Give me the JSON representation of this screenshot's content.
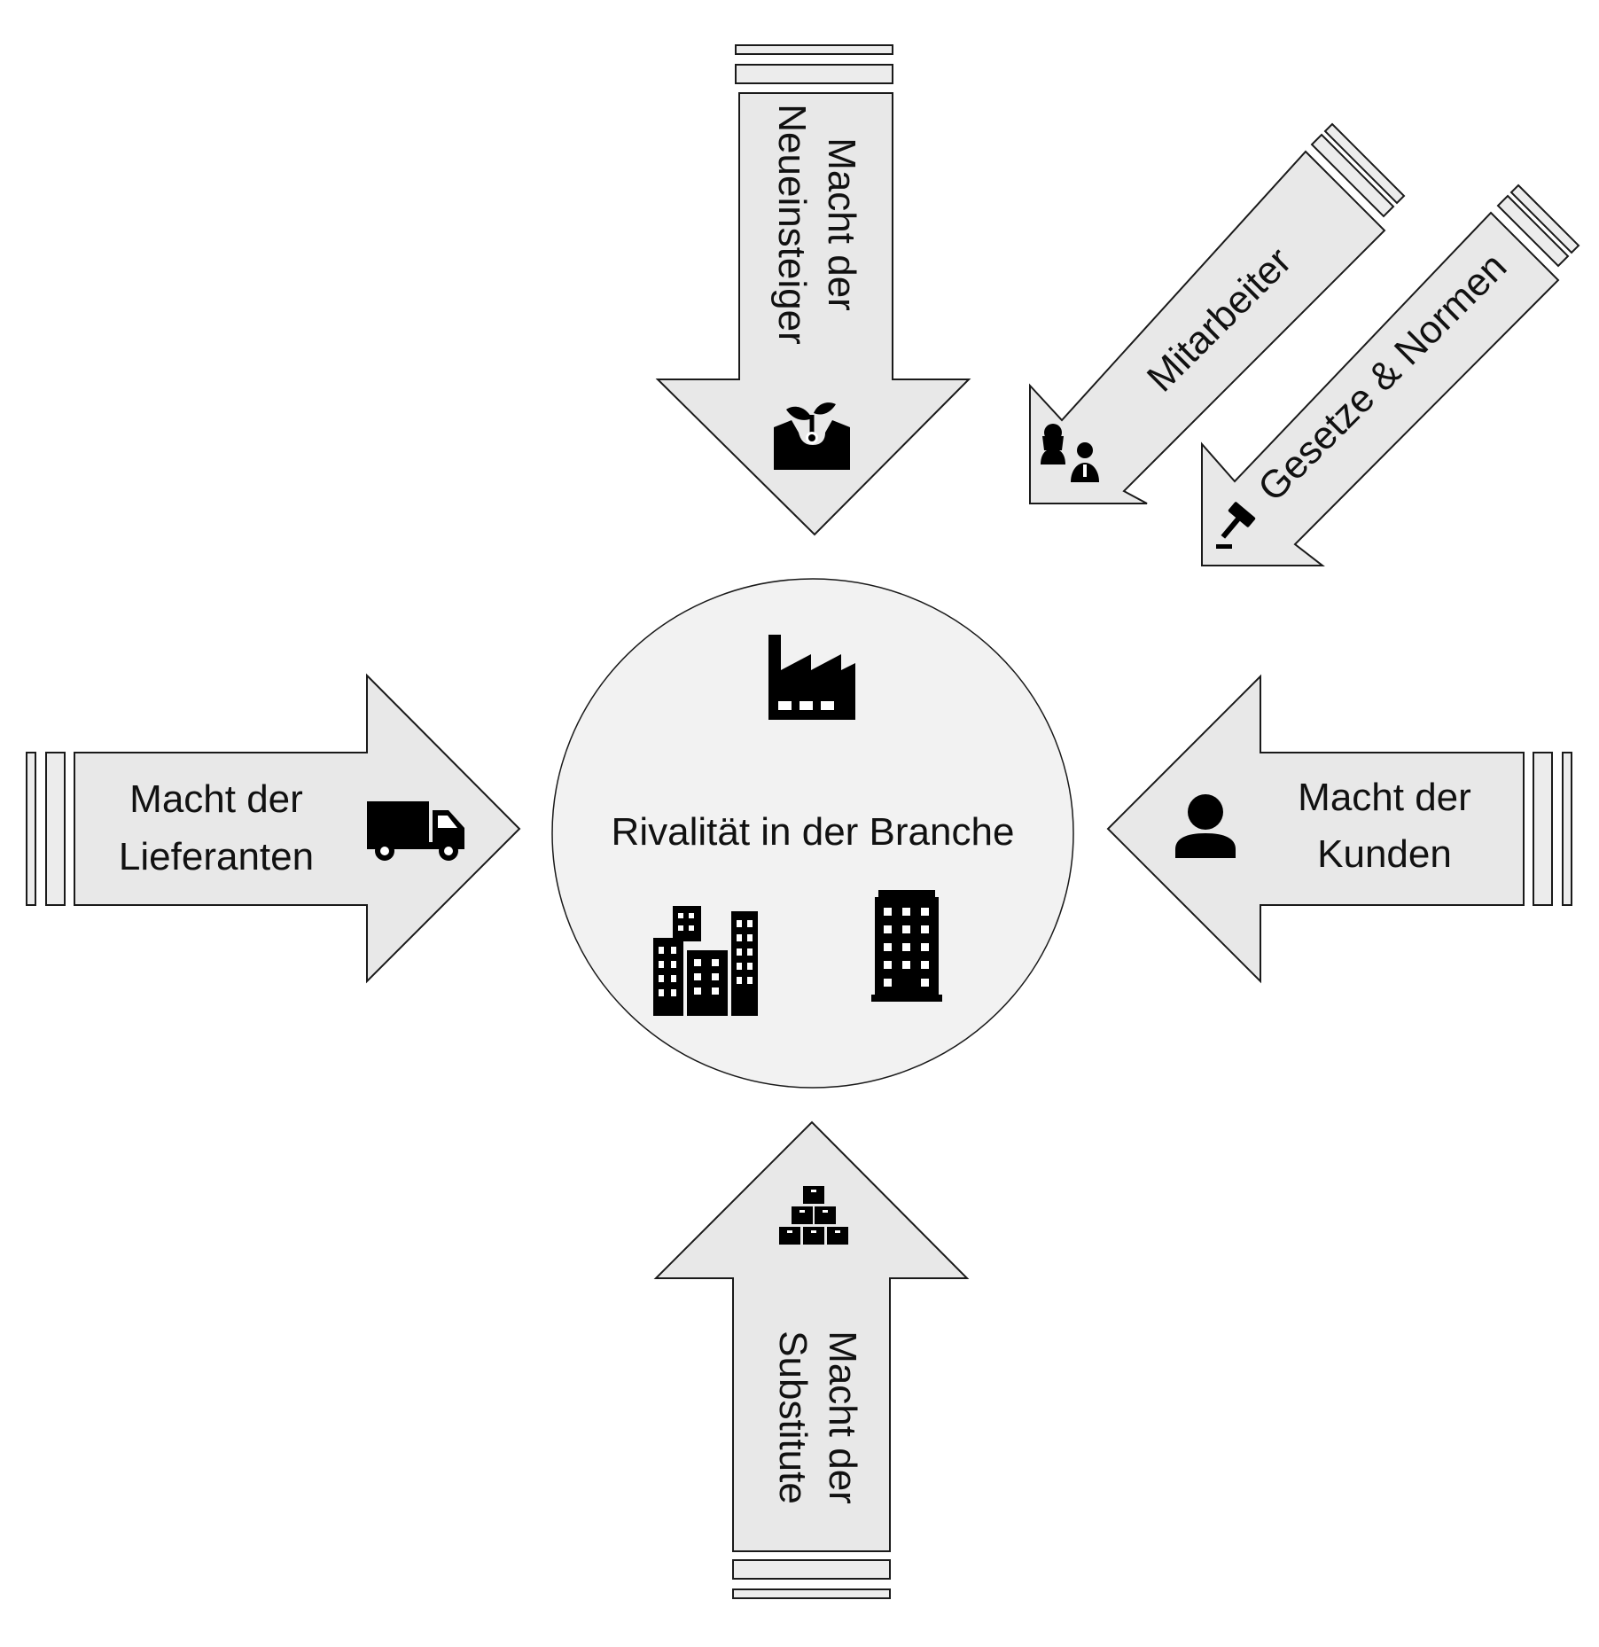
{
  "center": {
    "label": "Rivalität in der Branche",
    "icons": [
      "factory-icon",
      "city-buildings-icon",
      "office-tower-icon"
    ]
  },
  "forces": {
    "new_entrants": {
      "line1": "Macht der",
      "line2": "Neueinsteiger",
      "icon": "sprout-icon"
    },
    "suppliers": {
      "line1": "Macht der",
      "line2": "Lieferanten",
      "icon": "truck-icon"
    },
    "customers": {
      "line1": "Macht der",
      "line2": "Kunden",
      "icon": "person-icon"
    },
    "substitutes": {
      "line1": "Macht der",
      "line2": "Substitute",
      "icon": "boxes-stack-icon"
    },
    "employees": {
      "label": "Mitarbeiter",
      "icon": "people-icon"
    },
    "laws": {
      "label": "Gesetze & Normen",
      "icon": "gavel-icon"
    }
  },
  "colors": {
    "arrow_fill": "#e8e8e8",
    "circle_fill": "#f2f2f2",
    "outline": "#1a1a1a"
  }
}
